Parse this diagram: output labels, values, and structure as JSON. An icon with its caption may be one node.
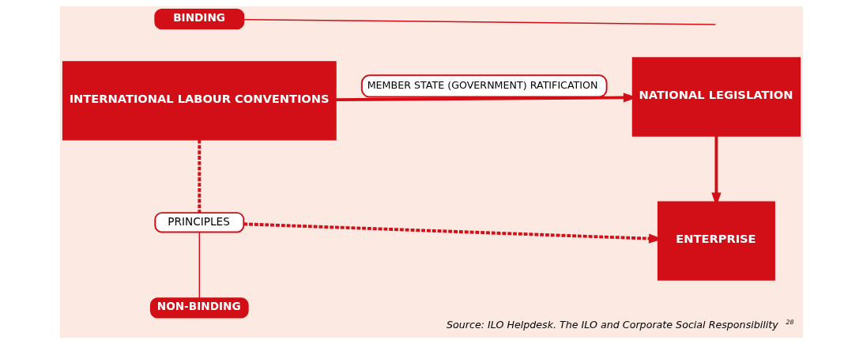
{
  "diagram": {
    "caption": "*Source: ILO Helpdesk. The ILO and Corporate Social Responsibility$^{28}$*",
    "nodes": [
      {
        "text": [
          "INTERNATIONAL LABOUR CONVENTIONS"
        ]
      },
      {
        "text": [
          "NATIONAL LEGISLATION"
        ]
      },
      {
        "text": [
          "BINDING"
        ]
      },
      {
        "text": [
          "NON-BINDING"
        ]
      },
      {
        "text": [
          "PRINCIPLES"
        ]
      },
      {
        "text": [
          "ENTERPRISE"
        ]
      }
    ],
    "edges": [
      {
        "from": 0,
        "to": 1,
        "arrow": "to",
        "label": "MEMBER STATE (GOVERNMENT) RATIFICATION"
      },
      {
        "from": 1,
        "to": 5,
        "arrow": "to"
      },
      {
        "from": 2,
        "to": null,
        "arrow": "none"
      },
      {
        "from": 3,
        "to": 4,
        "arrow": "none"
      },
      {
        "from": 0,
        "to": 4,
        "arrow": "none",
        "style": "dashed"
      },
      {
        "from": 4,
        "to": 5,
        "arrow": "to",
        "style": "dashed"
      }
    ]
  }
}
